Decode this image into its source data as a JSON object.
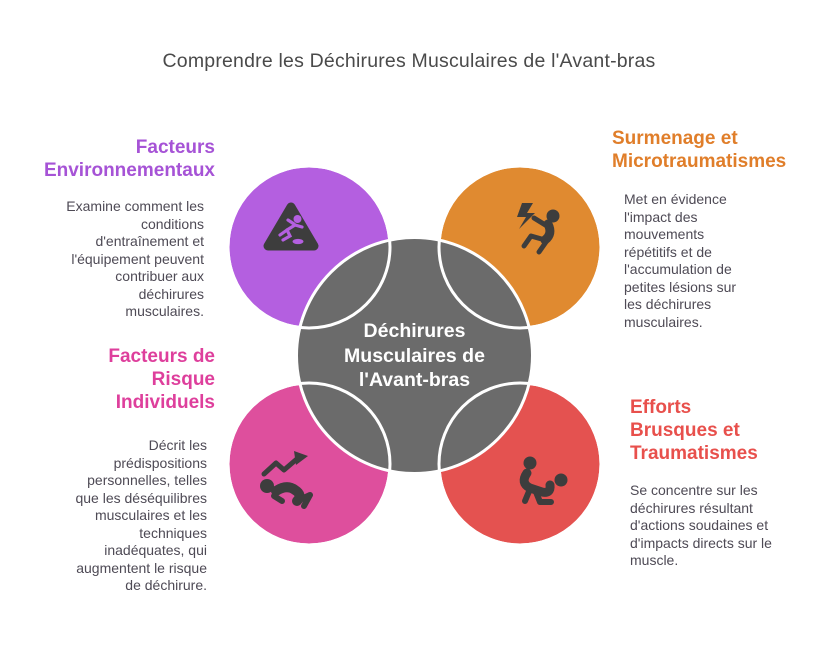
{
  "title": "Comprendre les Déchirures Musculaires de l'Avant-bras",
  "center": {
    "label_lines": [
      "Déchirures",
      "Musculaires de",
      "l'Avant-bras"
    ],
    "circle_color": "#6b6b6b"
  },
  "icon_color": "#3d3d3d",
  "sections": {
    "environmental": {
      "heading_lines": [
        "Facteurs",
        "Environnementaux"
      ],
      "body": "Examine comment les conditions d'entraînement et l'équipement peuvent contribuer aux déchirures musculaires.",
      "accent_color": "#a653d6",
      "circle_color": "#b45fe0",
      "icon": "slip-warning-triangle"
    },
    "overuse": {
      "heading_lines": [
        "Surmenage et",
        "Microtraumatismes"
      ],
      "body": "Met en évidence l'impact des mouvements répétitifs et de l'accumulation de petites lésions sur les déchirures musculaires.",
      "accent_color": "#e07e2a",
      "circle_color": "#e08a30",
      "icon": "falling-person-with-bolt"
    },
    "individual": {
      "heading_lines": [
        "Facteurs de",
        "Risque",
        "Individuels"
      ],
      "body": "Décrit les prédispositions personnelles, telles que les déséquilibres musculaires et les techniques inadéquates, qui augmentent le risque de déchirure.",
      "accent_color": "#de3f9c",
      "circle_color": "#de4f9d",
      "icon": "crunch-with-progress-arrow"
    },
    "trauma": {
      "heading_lines": [
        "Efforts",
        "Brusques et",
        "Traumatismes"
      ],
      "body": "Se concentre sur les déchirures résultant d'actions soudaines et d'impacts directs sur le muscle.",
      "accent_color": "#e8504c",
      "circle_color": "#e45250",
      "icon": "impact-with-ball"
    }
  }
}
